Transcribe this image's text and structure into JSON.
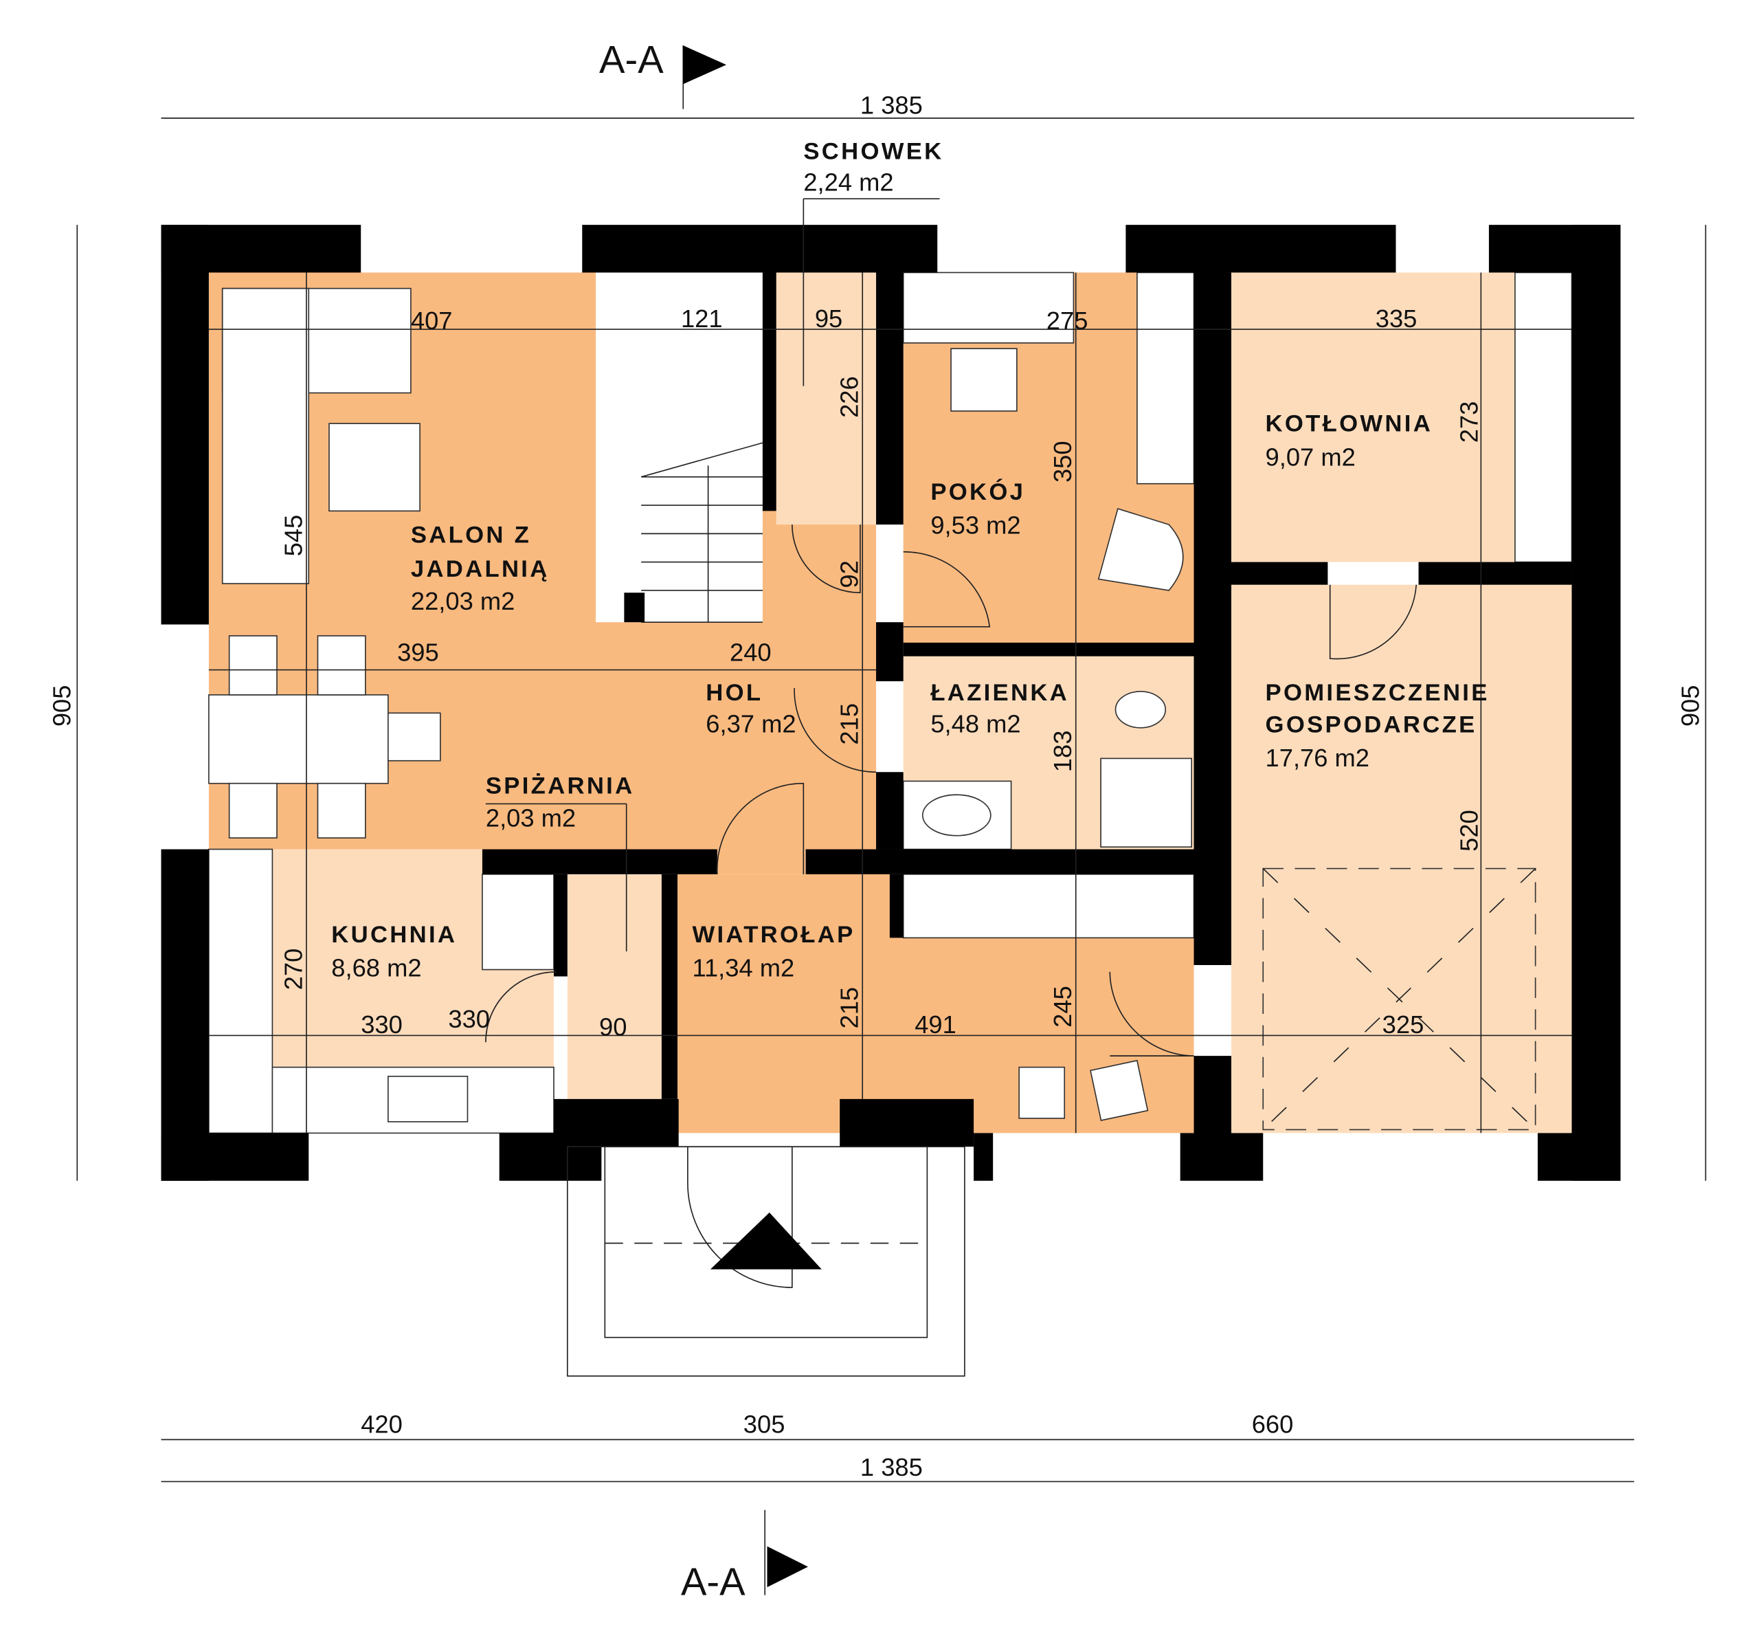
{
  "section_marks": {
    "top": "A-A",
    "bottom": "A-A"
  },
  "overall": {
    "top_width": "1 385",
    "bottom_width": "1 385",
    "left_height": "905",
    "right_height": "905"
  },
  "bottom_segments": [
    "420",
    "305",
    "660"
  ],
  "rooms": [
    {
      "name": "SCHOWEK",
      "area": "2,24 m2"
    },
    {
      "name_line1": "SALON Z",
      "name_line2": "JADALNIĄ",
      "area": "22,03 m2"
    },
    {
      "name": "POKÓJ",
      "area": "9,53 m2"
    },
    {
      "name": "KOTŁOWNIA",
      "area": "9,07 m2"
    },
    {
      "name": "HOL",
      "area": "6,37 m2"
    },
    {
      "name": "ŁAZIENKA",
      "area": "5,48 m2"
    },
    {
      "name_line1": "POMIESZCZENIE",
      "name_line2": "GOSPODARCZE",
      "area": "17,76 m2"
    },
    {
      "name": "SPIŻARNIA",
      "area": "2,03 m2"
    },
    {
      "name": "KUCHNIA",
      "area": "8,68 m2"
    },
    {
      "name": "WIATROŁAP",
      "area": "11,34 m2"
    }
  ],
  "inner_dims": {
    "d407": "407",
    "d121": "121",
    "d95": "95",
    "d275": "275",
    "d335": "335",
    "d226": "226",
    "d350": "350",
    "d273": "273",
    "d545": "545",
    "d92": "92",
    "d395": "395",
    "d240": "240",
    "d215a": "215",
    "d183": "183",
    "d520": "520",
    "d270": "270",
    "d330": "330",
    "d90": "90",
    "d215b": "215",
    "d491": "491",
    "d245": "245",
    "d325": "325"
  },
  "colors": {
    "dark_fill": "#F9BA80",
    "light_fill": "#FDDCBC",
    "wall": "#000000"
  }
}
